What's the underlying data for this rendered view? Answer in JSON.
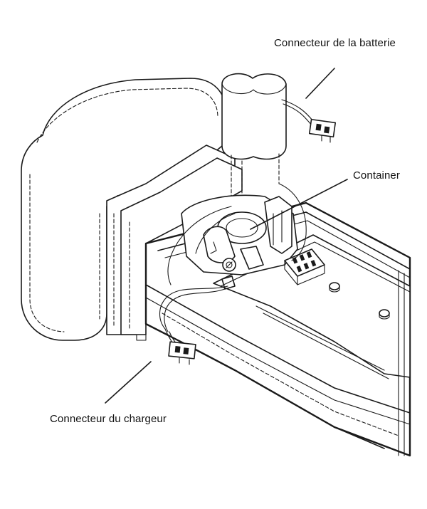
{
  "diagram": {
    "labels": {
      "battery_connector": "Connecteur de la batterie",
      "container": "Container",
      "charger_connector": "Connecteur du chargeur"
    }
  }
}
